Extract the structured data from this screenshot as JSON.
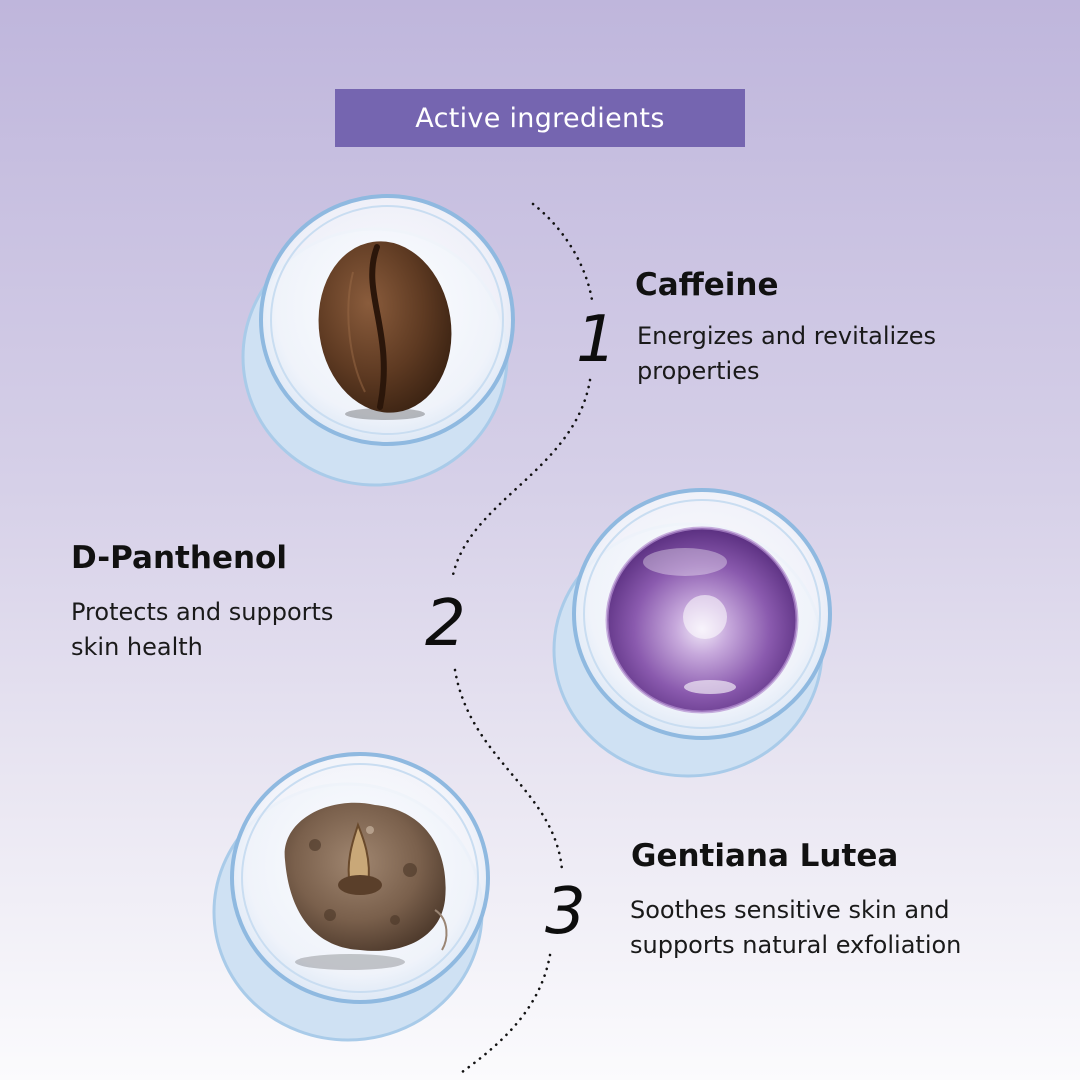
{
  "header": {
    "title": "Active ingredients"
  },
  "ingredients": [
    {
      "number": "1",
      "name": "Caffeine",
      "description_line1": "Energizes and revitalizes",
      "description_line2": "properties",
      "image_icon": "coffee-bean-icon"
    },
    {
      "number": "2",
      "name": "D-Panthenol",
      "description_line1": "Protects and supports",
      "description_line2": "skin health",
      "image_icon": "serum-droplet-icon"
    },
    {
      "number": "3",
      "name": "Gentiana Lutea",
      "description_line1": "Soothes sensitive skin and",
      "description_line2": "supports natural exfoliation",
      "image_icon": "gentian-root-icon"
    }
  ],
  "colors": {
    "accent": "#7565b0",
    "dish_ring": "#9cc2e6",
    "text": "#111111"
  }
}
